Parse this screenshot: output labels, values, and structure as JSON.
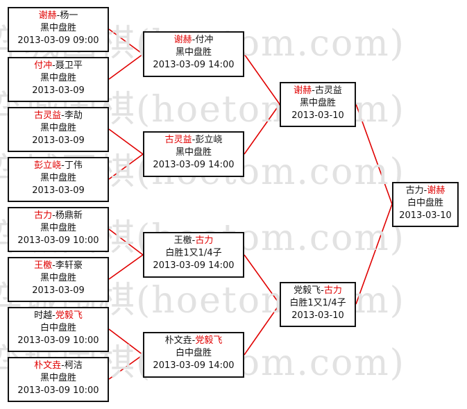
{
  "watermark": "弈城围棋(hoetom.com)",
  "colors": {
    "winner": "#e00000",
    "line": "#e00000",
    "text": "#111111",
    "border": "#111111"
  },
  "rounds": [
    {
      "matches": [
        {
          "p1": "谢赫",
          "p2": "杨一",
          "winner": 1,
          "result": "黑中盘胜",
          "date": "2013-03-09 09:00"
        },
        {
          "p1": "付冲",
          "p2": "聂卫平",
          "winner": 1,
          "result": "黑中盘胜",
          "date": "2013-03-09"
        },
        {
          "p1": "古灵益",
          "p2": "李劼",
          "winner": 1,
          "result": "黑中盘胜",
          "date": "2013-03-09"
        },
        {
          "p1": "彭立峣",
          "p2": "丁伟",
          "winner": 1,
          "result": "黑中盘胜",
          "date": "2013-03-09"
        },
        {
          "p1": "古力",
          "p2": "杨鼎新",
          "winner": 1,
          "result": "黑中盘胜",
          "date": "2013-03-09 10:00"
        },
        {
          "p1": "王檄",
          "p2": "李轩豪",
          "winner": 1,
          "result": "黑中盘胜",
          "date": "2013-03-09"
        },
        {
          "p1": "时越",
          "p2": "党毅飞",
          "winner": 2,
          "result": "白中盘胜",
          "date": "2013-03-09 10:00"
        },
        {
          "p1": "朴文垚",
          "p2": "柯洁",
          "winner": 1,
          "result": "黑中盘胜",
          "date": "2013-03-09 10:00"
        }
      ]
    },
    {
      "matches": [
        {
          "p1": "谢赫",
          "p2": "付冲",
          "winner": 1,
          "result": "黑中盘胜",
          "date": "2013-03-09 14:00"
        },
        {
          "p1": "古灵益",
          "p2": "彭立峣",
          "winner": 1,
          "result": "黑中盘胜",
          "date": "2013-03-09 14:00"
        },
        {
          "p1": "王檄",
          "p2": "古力",
          "winner": 2,
          "result": "白胜1又1/4子",
          "date": "2013-03-09 14:00"
        },
        {
          "p1": "朴文垚",
          "p2": "党毅飞",
          "winner": 2,
          "result": "白中盘胜",
          "date": "2013-03-09 14:00"
        }
      ]
    },
    {
      "matches": [
        {
          "p1": "谢赫",
          "p2": "古灵益",
          "winner": 1,
          "result": "黑中盘胜",
          "date": "2013-03-10"
        },
        {
          "p1": "党毅飞",
          "p2": "古力",
          "winner": 2,
          "result": "白胜1又1/4子",
          "date": "2013-03-10"
        }
      ]
    },
    {
      "matches": [
        {
          "p1": "古力",
          "p2": "谢赫",
          "winner": 2,
          "result": "白中盘胜",
          "date": "2013-03-10"
        }
      ]
    }
  ]
}
